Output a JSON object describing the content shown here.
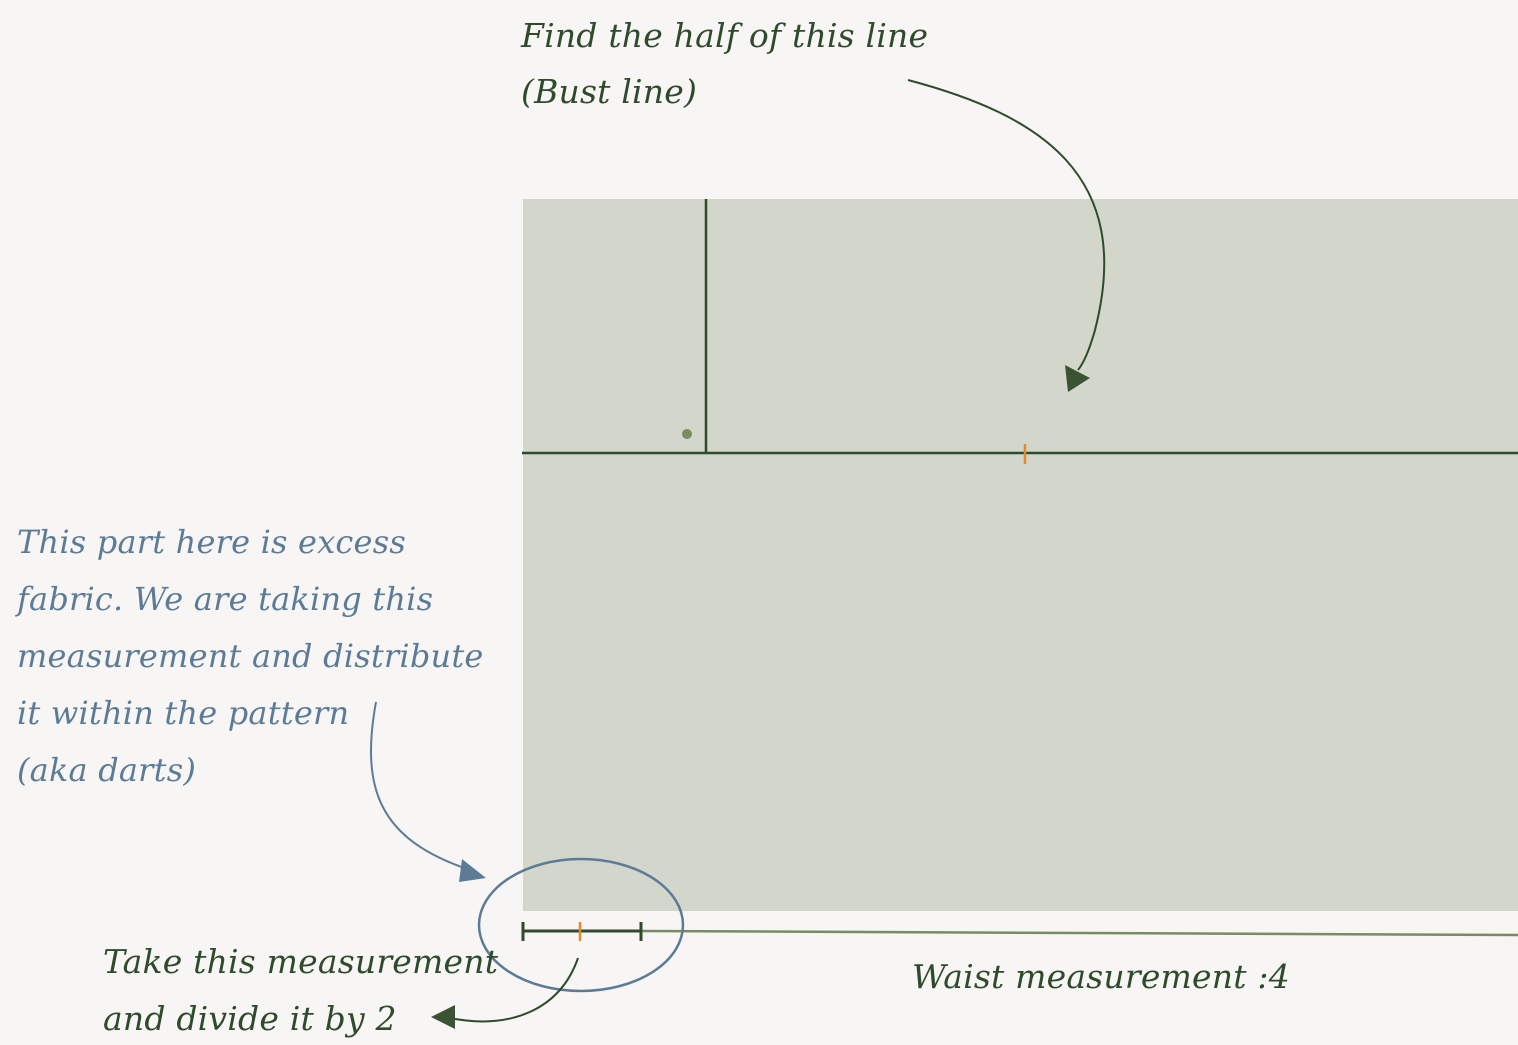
{
  "annotations": {
    "bust_note": {
      "lines": [
        "Find the half of this line",
        "(Bust line)"
      ]
    },
    "excess_note": {
      "lines": [
        "This part here is excess",
        "fabric. We are taking this",
        "measurement and distribute",
        "it within the pattern",
        "(aka darts)"
      ]
    },
    "take_note": {
      "lines": [
        "Take this measurement",
        "and divide it by 2"
      ]
    },
    "waist_note": {
      "text": "Waist measurement :4"
    }
  },
  "colors": {
    "background": "#f7f6f4",
    "fabric": "#d3d6cb",
    "pattern_line": "#2f4a2c",
    "waist_line": "#7a8a64",
    "midpoint_mark": "#e08a2b",
    "callout_blue": "#5d7b97",
    "dot": "#7a8a64"
  },
  "icons": {
    "bust_arrow": "curved-arrow-down-icon",
    "excess_arrow": "curved-arrow-right-icon",
    "take_arrow": "curved-arrow-left-icon",
    "highlight": "ellipse-highlight-icon"
  }
}
